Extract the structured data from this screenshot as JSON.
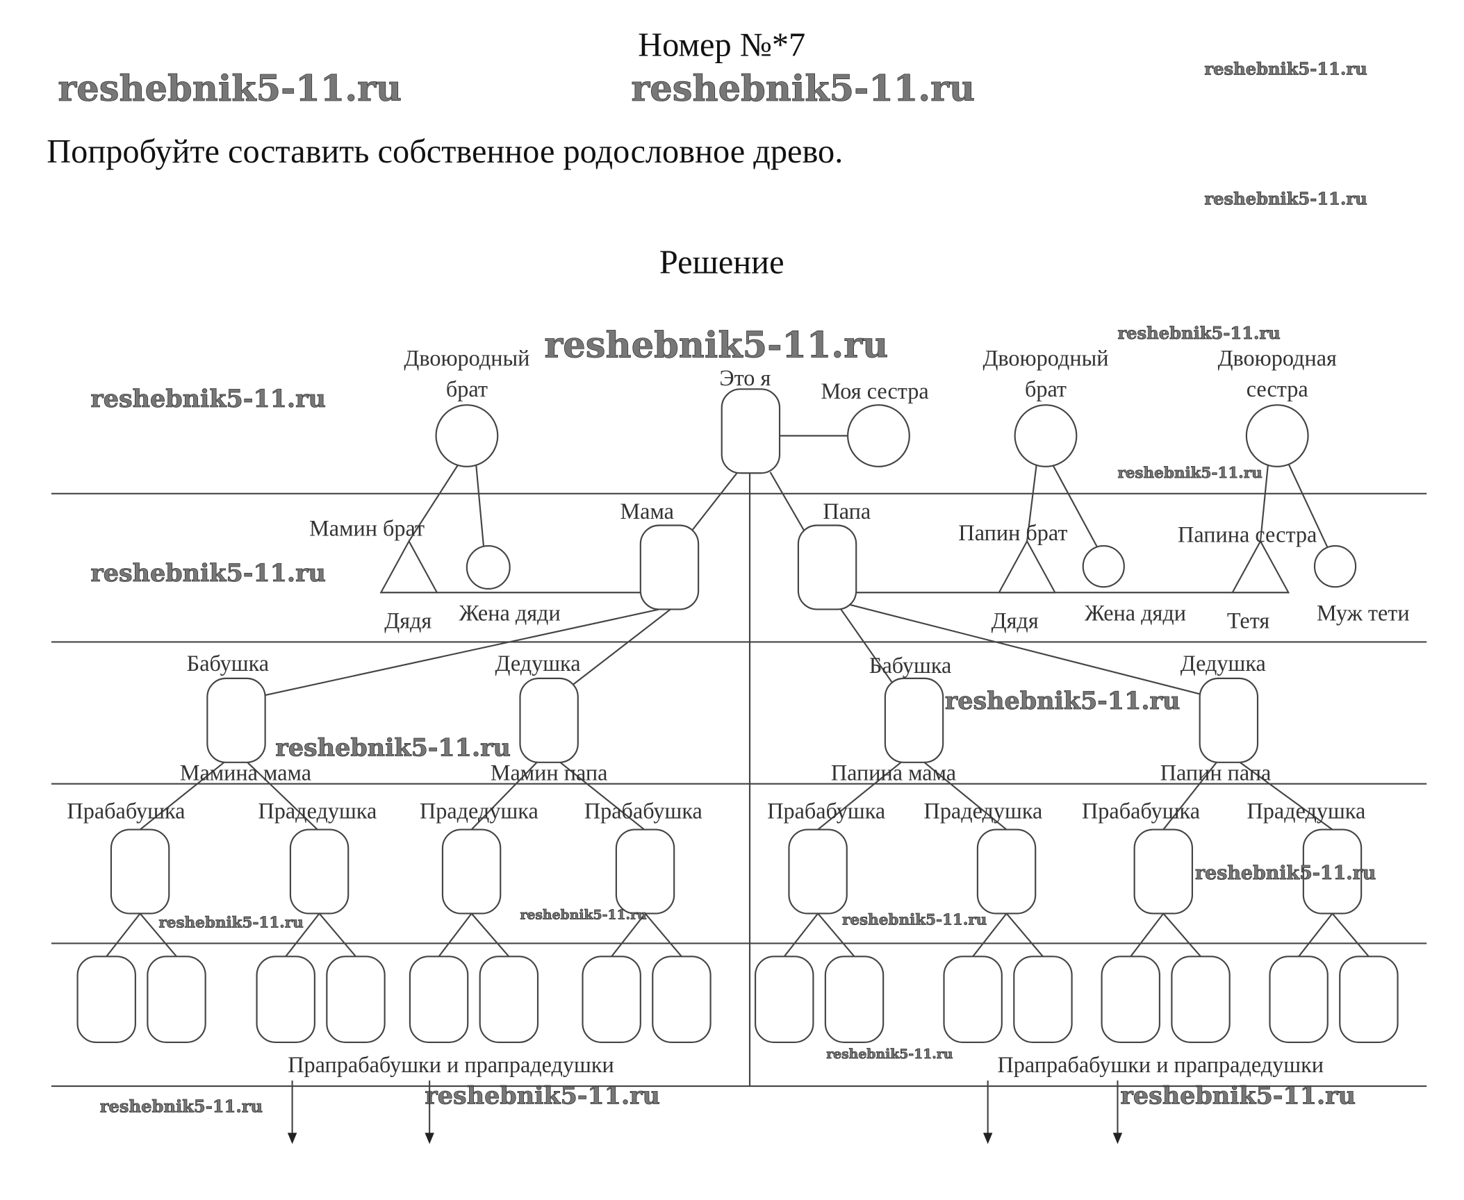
{
  "header": {
    "title": "Номер №*7",
    "task": "Попробуйте составить собственное родословное древо.",
    "solution": "Решение"
  },
  "watermark": "reshebnik5-11.ru",
  "tree": {
    "gen0": {
      "cousin1": [
        "Двоюродный",
        "брат"
      ],
      "me": "Это я",
      "sister": "Моя сестра",
      "cousin2": [
        "Двоюродный",
        "брат"
      ],
      "cousin3": [
        "Двоюродная",
        "сестра"
      ]
    },
    "gen1": {
      "mom": "Мама",
      "dad": "Папа",
      "mom_brother": "Мамин брат",
      "uncle1": "Дядя",
      "uncle1_wife": "Жена дяди",
      "dad_brother": "Папин брат",
      "uncle2": "Дядя",
      "uncle2_wife": "Жена дяди",
      "dad_sister": "Папина сестра",
      "aunt": "Тетя",
      "aunt_husband": "Муж тети"
    },
    "gen2": [
      {
        "label": "Бабушка",
        "sub": "Мамина мама"
      },
      {
        "label": "Дедушка",
        "sub": "Мамин папа"
      },
      {
        "label": "Бабушка",
        "sub": "Папина мама"
      },
      {
        "label": "Дедушка",
        "sub": "Папин папа"
      }
    ],
    "gen3": [
      "Прабабушка",
      "Прадедушка",
      "Прадедушка",
      "Прабабушка",
      "Прабабушка",
      "Прадедушка",
      "Прабабушка",
      "Прадедушка"
    ],
    "gen4_label": "Прапрабабушки и прапрадедушки"
  }
}
